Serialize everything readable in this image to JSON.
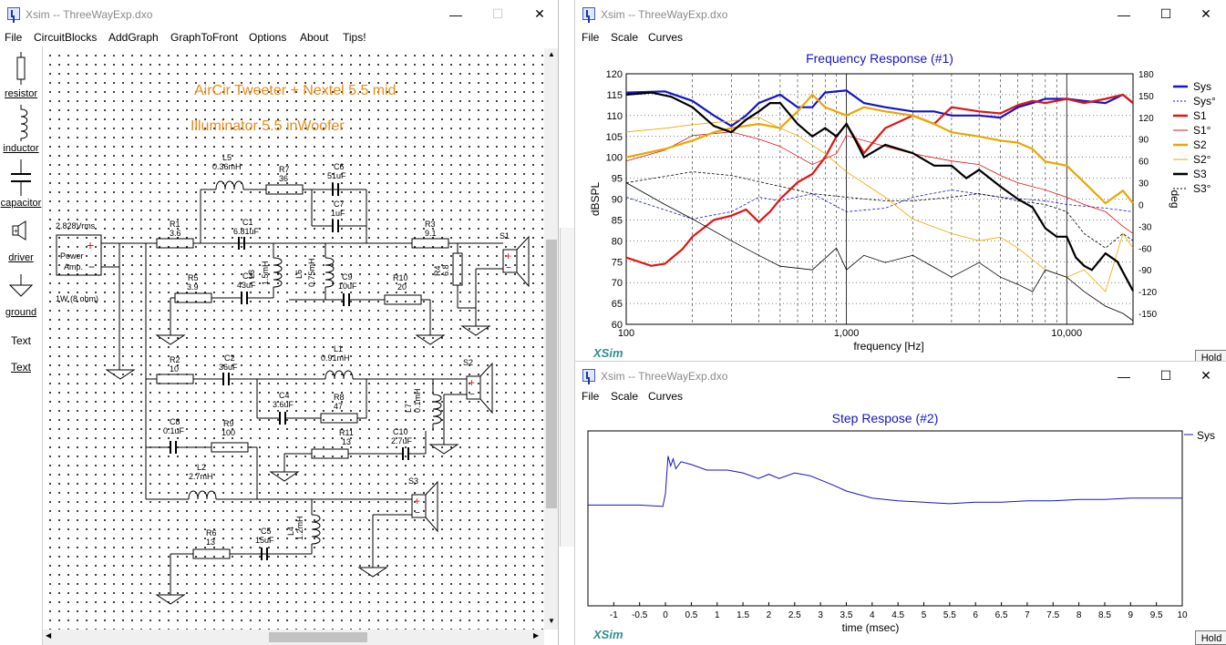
{
  "circuit_window": {
    "title": "Xsim -- ThreeWayExp.dxo",
    "menus": [
      "File",
      "CircuitBlocks",
      "AddGraph",
      "GraphToFront",
      "Options",
      "About",
      "Tips!"
    ],
    "palette": [
      "resistor",
      "inductor",
      "capacitor",
      "driver",
      "ground",
      "Text",
      "Text"
    ],
    "notes": [
      "AirCir Tweeter + Nextel 5.5 mid",
      "Illuminator 5.5 inWoofer"
    ],
    "source": {
      "voltage": "2.828Vrms",
      "label_line1": "Power",
      "label_line2": "Amp.",
      "power": "1W (8 ohm)"
    },
    "components": {
      "R1": {
        "name": "R1",
        "value": "3.6"
      },
      "L5": {
        "name": "L5",
        "value": "0.36mH"
      },
      "R7": {
        "name": "R7",
        "value": "36"
      },
      "C6": {
        "name": "C6",
        "value": "51uF"
      },
      "C7": {
        "name": "C7",
        "value": "1uF"
      },
      "C1": {
        "name": "C1",
        "value": "6.81uF"
      },
      "R3": {
        "name": "R3",
        "value": "9.1"
      },
      "S1": {
        "name": "S1"
      },
      "R5": {
        "name": "R5",
        "value": "3.9"
      },
      "C3": {
        "name": "C3",
        "value": "43uF"
      },
      "L3": {
        "name": "L3",
        "value": "1.5mH"
      },
      "L6": {
        "name": "L6",
        "value": "0.75mH"
      },
      "C9": {
        "name": "C9",
        "value": "10uF"
      },
      "R10": {
        "name": "R10",
        "value": "20"
      },
      "R4": {
        "name": "R4",
        "value": "6.8"
      },
      "R2": {
        "name": "R2",
        "value": "10"
      },
      "C2": {
        "name": "C2",
        "value": "36uF"
      },
      "L1": {
        "name": "L1",
        "value": "0.91mH"
      },
      "S2": {
        "name": "S2"
      },
      "C4": {
        "name": "C4",
        "value": "3.6uF"
      },
      "R8": {
        "name": "R8",
        "value": "47"
      },
      "L7": {
        "name": "L7",
        "value": "0.1mH"
      },
      "C8": {
        "name": "C8",
        "value": "0.1uF"
      },
      "R9": {
        "name": "R9",
        "value": "100"
      },
      "R11": {
        "name": "R11",
        "value": "13"
      },
      "C10": {
        "name": "C10",
        "value": "2.7uF"
      },
      "L2": {
        "name": "L2",
        "value": "2.7mH"
      },
      "S3": {
        "name": "S3"
      },
      "R6": {
        "name": "R6",
        "value": "13"
      },
      "C5": {
        "name": "C5",
        "value": "15uF"
      },
      "L4": {
        "name": "L4",
        "value": "1.2mH"
      }
    }
  },
  "freq_window": {
    "title": "Xsim -- ThreeWayExp.dxo",
    "menus": [
      "File",
      "Scale",
      "Curves"
    ],
    "logo": "XSim",
    "hold": "Hold"
  },
  "step_window": {
    "title": "Xsim -- ThreeWayExp.dxo",
    "menus": [
      "File",
      "Scale",
      "Curves"
    ],
    "logo": "XSim",
    "hold": "Hold"
  },
  "colors": {
    "sys": "#1414c8",
    "s1": "#e01414",
    "s2": "#e8a800",
    "s3": "#000000",
    "title_blue": "#1414c8",
    "note_orange": "#e88a1a"
  },
  "chart_data": [
    {
      "type": "line",
      "title": "Frequency Response (#1)",
      "xlabel": "frequency [Hz]",
      "ylabel": "dBSPL",
      "y2label": "deg",
      "xscale": "log",
      "xlim": [
        100,
        20000
      ],
      "ylim": [
        60,
        120
      ],
      "y2lim": [
        -165,
        180
      ],
      "xticks": [
        "100",
        "1,000",
        "10,000"
      ],
      "yticks": [
        120,
        115,
        110,
        105,
        100,
        95,
        90,
        85,
        80,
        75,
        70,
        65,
        60
      ],
      "y2ticks": [
        180,
        150,
        120,
        90,
        60,
        30,
        0,
        -30,
        -60,
        -90,
        -120,
        -150
      ],
      "grid": true,
      "legend_position": "right",
      "series": [
        {
          "name": "Sys",
          "axis": "spl",
          "style": "solid-bold",
          "color": "#1414c8",
          "x": [
            100,
            150,
            200,
            250,
            300,
            350,
            400,
            500,
            600,
            700,
            800,
            1000,
            1200,
            1500,
            2000,
            2500,
            3000,
            4000,
            5000,
            6000,
            7000,
            8000,
            10000,
            12000,
            15000,
            18000,
            20000
          ],
          "y": [
            115.5,
            115.8,
            113.5,
            110,
            107.5,
            110,
            113,
            115,
            112,
            112,
            115.5,
            116,
            113,
            112,
            111,
            111,
            110,
            110,
            109.5,
            112,
            113,
            114,
            114,
            113.5,
            113,
            115,
            113
          ]
        },
        {
          "name": "Sys°",
          "axis": "phase",
          "style": "dashed",
          "color": "#1414c8",
          "x": [
            100,
            200,
            300,
            400,
            500,
            700,
            1000,
            1500,
            2000,
            3000,
            5000,
            8000,
            10000,
            15000,
            20000
          ],
          "y": [
            10,
            -20,
            -10,
            10,
            5,
            15,
            -10,
            -5,
            10,
            20,
            10,
            5,
            0,
            -5,
            -10
          ]
        },
        {
          "name": "S1",
          "axis": "spl",
          "style": "solid-bold",
          "color": "#e01414",
          "x": [
            100,
            130,
            150,
            180,
            200,
            250,
            300,
            350,
            400,
            450,
            500,
            600,
            700,
            800,
            900,
            1000,
            1200,
            1500,
            2000,
            2500,
            3000,
            4000,
            5000,
            6000,
            7000,
            8000,
            10000,
            12000,
            15000,
            18000,
            20000
          ],
          "y": [
            76,
            74,
            74.5,
            78,
            81,
            85,
            86,
            87.5,
            84.5,
            87,
            90,
            94,
            96,
            100,
            105,
            108,
            101,
            107,
            110,
            108,
            112,
            111,
            110.5,
            112.5,
            113.5,
            113,
            114,
            113,
            114,
            115,
            113
          ]
        },
        {
          "name": "S1°",
          "axis": "phase",
          "style": "thin",
          "color": "#e01414",
          "x": [
            100,
            150,
            200,
            300,
            400,
            500,
            700,
            900,
            1000,
            1500,
            2000,
            3000,
            4000,
            5000,
            6000,
            8000,
            10000,
            12000,
            15000,
            18000,
            20000
          ],
          "y": [
            60,
            75,
            95,
            100,
            90,
            80,
            55,
            70,
            95,
            80,
            70,
            60,
            55,
            40,
            30,
            20,
            10,
            0,
            -10,
            -30,
            -40
          ]
        },
        {
          "name": "S2",
          "axis": "spl",
          "style": "solid-bold",
          "color": "#e8a800",
          "x": [
            100,
            150,
            200,
            250,
            300,
            400,
            500,
            600,
            700,
            800,
            1000,
            1200,
            1500,
            2000,
            2500,
            3000,
            4000,
            5000,
            6000,
            7000,
            8000,
            10000,
            12000,
            15000,
            18000,
            20000
          ],
          "y": [
            100,
            102,
            104,
            106,
            107,
            108,
            107,
            111,
            115,
            112,
            110,
            112,
            111,
            110,
            108,
            106,
            105,
            104,
            103.5,
            102,
            99,
            98,
            94,
            89,
            92,
            89
          ]
        },
        {
          "name": "S2°",
          "axis": "phase",
          "style": "thin",
          "color": "#e8a800",
          "x": [
            100,
            150,
            200,
            300,
            400,
            500,
            600,
            800,
            1000,
            1500,
            2000,
            3000,
            4000,
            5000,
            6000,
            8000,
            10000,
            12000,
            15000,
            18000,
            20000
          ],
          "y": [
            100,
            105,
            110,
            115,
            120,
            105,
            95,
            70,
            45,
            10,
            -20,
            -40,
            -50,
            -45,
            -60,
            -90,
            -100,
            -90,
            -120,
            -40,
            -60
          ]
        },
        {
          "name": "S3",
          "axis": "spl",
          "style": "solid-bold",
          "color": "#000000",
          "x": [
            100,
            130,
            160,
            200,
            250,
            300,
            350,
            400,
            450,
            500,
            600,
            700,
            800,
            900,
            1000,
            1100,
            1200,
            1500,
            2000,
            2500,
            3000,
            3500,
            4000,
            5000,
            6000,
            7000,
            8000,
            9000,
            10000,
            11000,
            12000,
            13000,
            15000,
            17000,
            20000
          ],
          "y": [
            115,
            115.5,
            114.5,
            112,
            107.5,
            106,
            109,
            111,
            113,
            113,
            108,
            105,
            107,
            105,
            108,
            104,
            100,
            103,
            101,
            98,
            98,
            95,
            97,
            93,
            90,
            88,
            83,
            81,
            81,
            76,
            74,
            73,
            77,
            75,
            68
          ]
        },
        {
          "name": "S3°",
          "axis": "phase",
          "style": "dashed",
          "color": "#000000",
          "x": [
            100,
            200,
            300,
            500,
            700,
            1000,
            1500,
            2000,
            3000,
            4000,
            5000,
            6000,
            8000,
            10000,
            12000,
            15000,
            18000,
            20000
          ],
          "y": [
            30,
            45,
            40,
            25,
            15,
            10,
            5,
            5,
            10,
            15,
            10,
            5,
            0,
            -10,
            -40,
            -60,
            -40,
            -50
          ]
        },
        {
          "name": "",
          "axis": "phase",
          "style": "thin",
          "color": "#000000",
          "x": [
            100,
            150,
            200,
            300,
            400,
            500,
            700,
            900,
            1000,
            1200,
            1500,
            2000,
            3000,
            4000,
            5000,
            6000,
            7000,
            8000,
            10000,
            12000,
            15000,
            18000,
            20000
          ],
          "y": [
            30,
            0,
            -20,
            -50,
            -70,
            -85,
            -90,
            -60,
            -90,
            -70,
            -80,
            -70,
            -100,
            -80,
            -100,
            -110,
            -120,
            -90,
            -100,
            -120,
            -140,
            -150,
            -160
          ]
        }
      ]
    },
    {
      "type": "line",
      "title": "Step Respose (#2)",
      "xlabel": "time (msec)",
      "xlim": [
        -1.5,
        10
      ],
      "ylim": [
        -0.25,
        1.0
      ],
      "xticks": [
        "-1",
        "-0.5",
        "0",
        "0.5",
        "1",
        "1.5",
        "2",
        "2.5",
        "3",
        "3.5",
        "4",
        "4.5",
        "5",
        "5.5",
        "6",
        "6.5",
        "7",
        "7.5",
        "8",
        "8.5",
        "9",
        "9.5",
        "10"
      ],
      "legend_position": "right",
      "series": [
        {
          "name": "Sys",
          "color": "#1414c8",
          "x": [
            -1.5,
            -0.5,
            -0.05,
            0,
            0.05,
            0.1,
            0.15,
            0.2,
            0.3,
            0.5,
            0.8,
            1.2,
            1.5,
            1.8,
            2.0,
            2.2,
            2.5,
            2.8,
            3.0,
            3.2,
            3.5,
            4.0,
            4.5,
            5.0,
            5.5,
            6.0,
            6.5,
            7.0,
            7.5,
            8.0,
            8.5,
            9.0,
            9.5,
            10.0
          ],
          "y": [
            0.47,
            0.47,
            0.46,
            0.55,
            0.82,
            0.75,
            0.8,
            0.73,
            0.78,
            0.76,
            0.72,
            0.72,
            0.7,
            0.66,
            0.69,
            0.66,
            0.7,
            0.68,
            0.65,
            0.62,
            0.57,
            0.52,
            0.5,
            0.49,
            0.48,
            0.49,
            0.49,
            0.5,
            0.5,
            0.51,
            0.51,
            0.52,
            0.52,
            0.52
          ]
        }
      ]
    }
  ]
}
